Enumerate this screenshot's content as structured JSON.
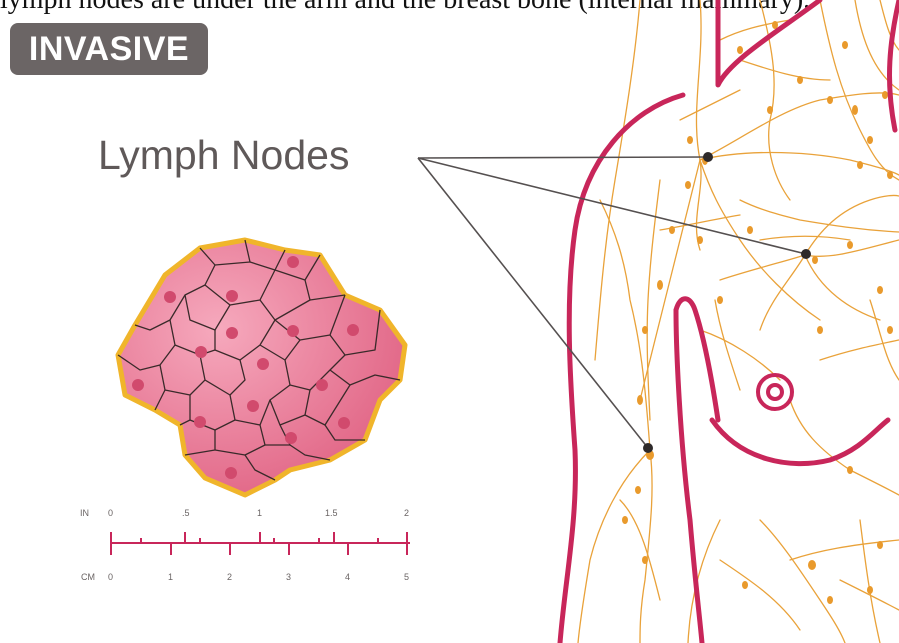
{
  "top_text": "lymph nodes are under the arm and the breast bone (internal mammary).",
  "badge": {
    "label": "INVASIVE"
  },
  "callout": {
    "label": "Lymph Nodes"
  },
  "scale": {
    "in_label": "IN",
    "cm_label": "CM",
    "in_ticks": [
      "0",
      ".5",
      "1",
      "1.5",
      "2"
    ],
    "cm_ticks": [
      "0",
      "1",
      "2",
      "3",
      "4",
      "5"
    ]
  },
  "colors": {
    "body_outline": "#c8265a",
    "lymph": "#e9a23a",
    "cell_fill": "#e66c8c",
    "cell_border": "#f0b52b",
    "badge": "#6b6565",
    "pointer": "#555050"
  }
}
